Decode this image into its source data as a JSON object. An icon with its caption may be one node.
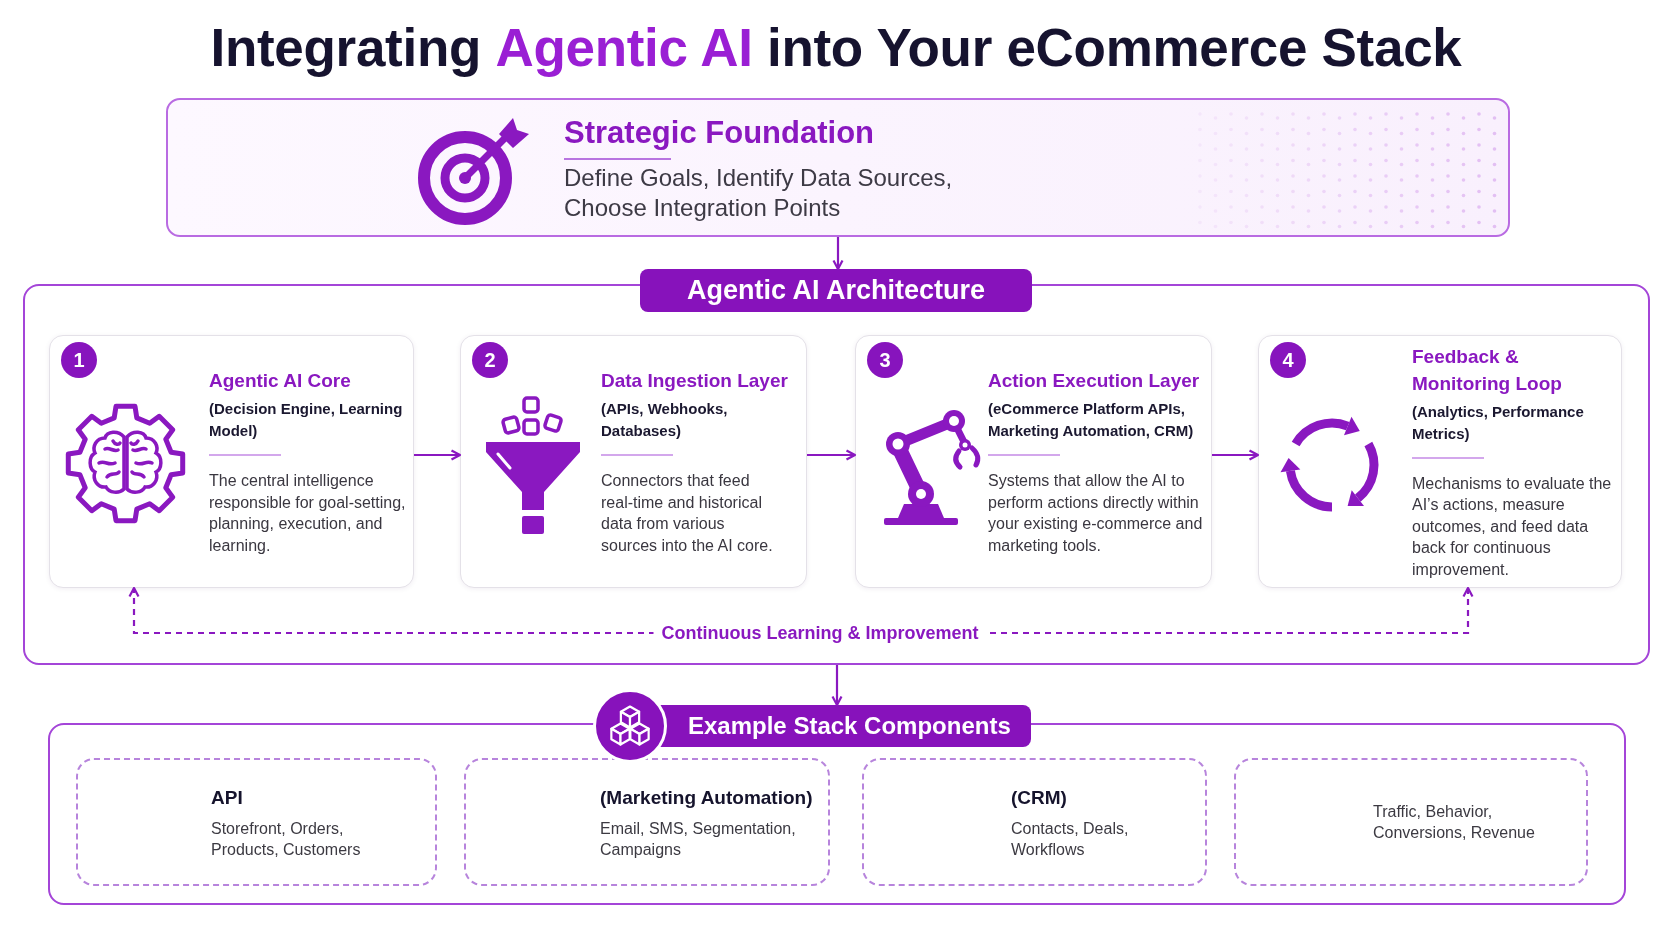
{
  "diagram": {
    "title": "Integrating **Agentic AI** into Your eCommerce Stack",
    "nodes": [
      {
        "text": [
          "Strategic Foundation",
          "Define Goals, Identify Data Sources, Choose Integration Points"
        ]
      },
      {
        "text": [
          "Agentic AI Architecture"
        ]
      },
      {
        "text": [
          "1",
          "Agentic AI Core",
          "(Decision Engine, Learning Model)",
          "The central intelligence responsible for goal-setting, planning, execution, and learning."
        ],
        "in": 1
      },
      {
        "text": [
          "2",
          "Data Ingestion Layer",
          "(APIs, Webhooks, Databases)",
          "Connectors that feed real-time and historical data from various sources into the AI core."
        ],
        "in": 1
      },
      {
        "text": [
          "3",
          "Action Execution Layer",
          "(eCommerce Platform APIs, Marketing Automation, CRM)",
          "Systems that allow the AI to perform actions directly within your existing e-commerce and marketing tools."
        ],
        "in": 1
      },
      {
        "text": [
          "4",
          "Feedback & Monitoring Loop",
          "(Analytics, Performance Metrics)",
          "Mechanisms to evaluate the AI’s actions, measure outcomes, and feed data back for continuous improvement."
        ],
        "in": 1
      },
      {
        "text": [
          "Example Stack Components"
        ]
      },
      {
        "text": [
          "API",
          "Storefront, Orders, Products, Customers"
        ],
        "in": 6
      },
      {
        "text": [
          "(Marketing Automation)",
          "Email, SMS, Segmentation, Campaigns"
        ],
        "in": 6
      },
      {
        "text": [
          "(CRM)",
          "Contacts, Deals, Workflows"
        ],
        "in": 6
      },
      {
        "text": [
          "Traffic, Behavior, Conversions, Revenue"
        ],
        "in": 6
      }
    ],
    "edges": [
      {
        "from": 0,
        "to": 1,
        "arrow": "to"
      },
      {
        "from": 2,
        "to": 3,
        "arrow": "to"
      },
      {
        "from": 3,
        "to": 4,
        "arrow": "to"
      },
      {
        "from": 4,
        "to": 5,
        "arrow": "to"
      },
      {
        "from": 5,
        "to": 2,
        "arrow": "both",
        "style": "dashed",
        "label": "Continuous Learning & Improvement"
      },
      {
        "from": 1,
        "to": 6,
        "arrow": "to"
      }
    ]
  }
}
